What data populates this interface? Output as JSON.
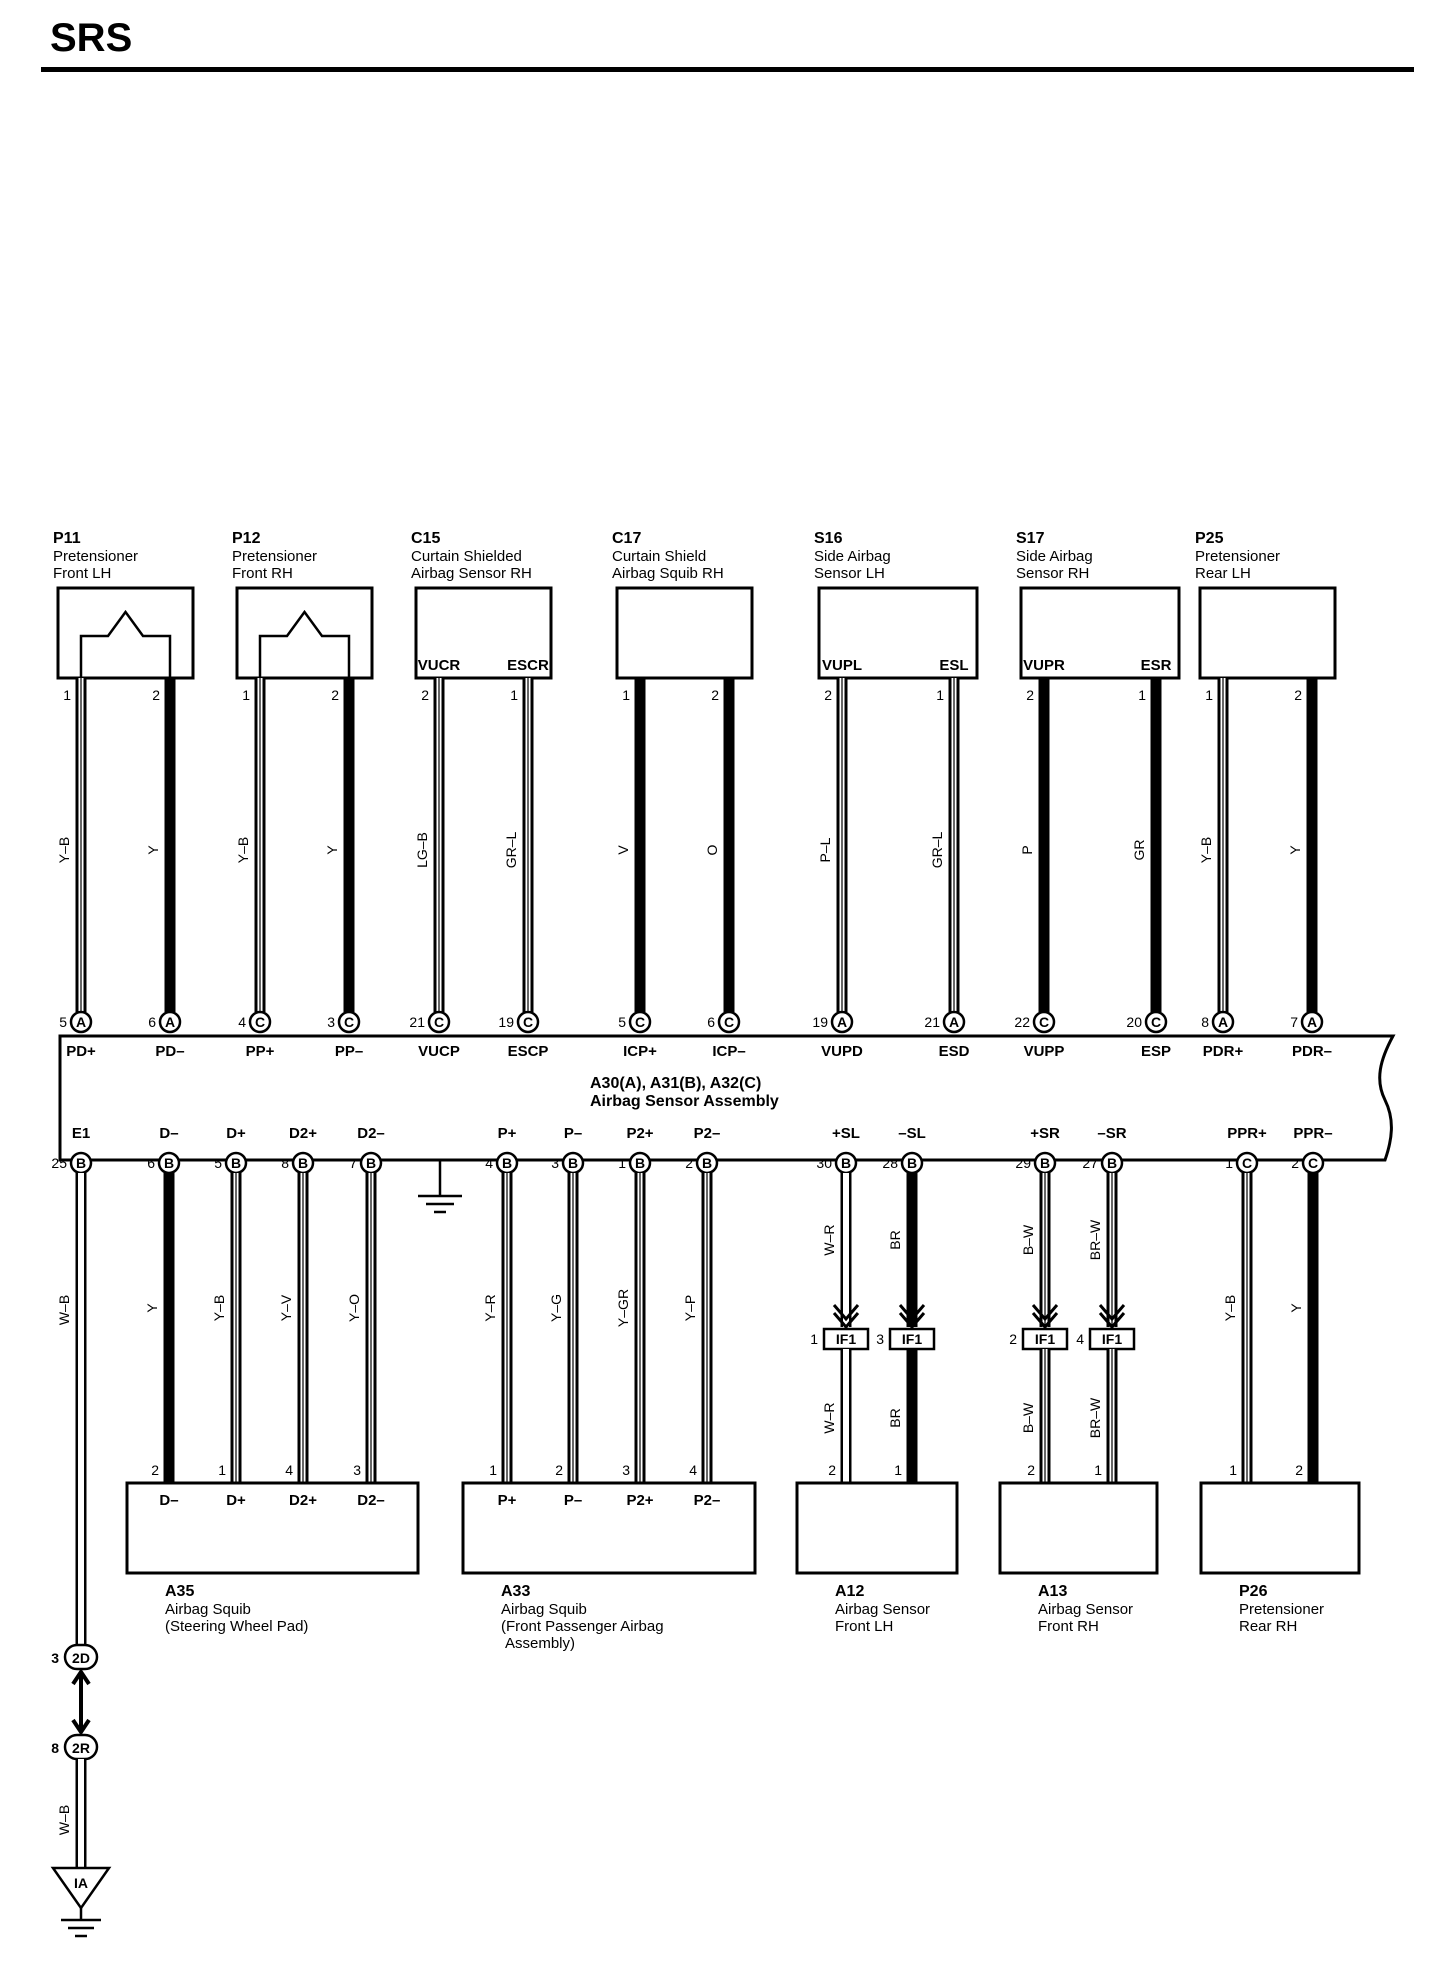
{
  "header": {
    "title": "SRS"
  },
  "ecu": {
    "code": "A30(A), A31(B), A32(C)",
    "name": "Airbag Sensor Assembly"
  },
  "top_components": [
    {
      "id": "P11",
      "line1": "Pretensioner",
      "line2": "Front LH",
      "symbol": "squib",
      "tl": [],
      "pins": [
        {
          "n": "1",
          "color": "Y–B",
          "style": "stripe",
          "ecu_pin": "5",
          "ecu_conn": "A",
          "ecu_label": "PD+"
        },
        {
          "n": "2",
          "color": "Y",
          "style": "solid",
          "ecu_pin": "6",
          "ecu_conn": "A",
          "ecu_label": "PD–"
        }
      ]
    },
    {
      "id": "P12",
      "line1": "Pretensioner",
      "line2": "Front RH",
      "symbol": "squib",
      "tl": [],
      "pins": [
        {
          "n": "1",
          "color": "Y–B",
          "style": "stripe",
          "ecu_pin": "4",
          "ecu_conn": "C",
          "ecu_label": "PP+"
        },
        {
          "n": "2",
          "color": "Y",
          "style": "solid",
          "ecu_pin": "3",
          "ecu_conn": "C",
          "ecu_label": "PP–"
        }
      ]
    },
    {
      "id": "C15",
      "line1": "Curtain Shielded",
      "line2": "Airbag Sensor RH",
      "symbol": "box",
      "tl": [
        "VUCR",
        "ESCR"
      ],
      "pins": [
        {
          "n": "2",
          "color": "LG–B",
          "style": "stripe",
          "ecu_pin": "21",
          "ecu_conn": "C",
          "ecu_label": "VUCP"
        },
        {
          "n": "1",
          "color": "GR–L",
          "style": "stripe",
          "ecu_pin": "19",
          "ecu_conn": "C",
          "ecu_label": "ESCP"
        }
      ]
    },
    {
      "id": "C17",
      "line1": "Curtain Shield",
      "line2": "Airbag Squib RH",
      "symbol": "box",
      "tl": [],
      "pins": [
        {
          "n": "1",
          "color": "V",
          "style": "solid",
          "ecu_pin": "5",
          "ecu_conn": "C",
          "ecu_label": "ICP+"
        },
        {
          "n": "2",
          "color": "O",
          "style": "solid",
          "ecu_pin": "6",
          "ecu_conn": "C",
          "ecu_label": "ICP–"
        }
      ]
    },
    {
      "id": "S16",
      "line1": "Side Airbag",
      "line2": "Sensor LH",
      "symbol": "box",
      "tl": [
        "VUPL",
        "ESL"
      ],
      "pins": [
        {
          "n": "2",
          "color": "P–L",
          "style": "stripe",
          "ecu_pin": "19",
          "ecu_conn": "A",
          "ecu_label": "VUPD"
        },
        {
          "n": "1",
          "color": "GR–L",
          "style": "stripe",
          "ecu_pin": "21",
          "ecu_conn": "A",
          "ecu_label": "ESD"
        }
      ]
    },
    {
      "id": "S17",
      "line1": "Side Airbag",
      "line2": "Sensor RH",
      "symbol": "box",
      "tl": [
        "VUPR",
        "ESR"
      ],
      "pins": [
        {
          "n": "2",
          "color": "P",
          "style": "solid",
          "ecu_pin": "22",
          "ecu_conn": "C",
          "ecu_label": "VUPP"
        },
        {
          "n": "1",
          "color": "GR",
          "style": "solid",
          "ecu_pin": "20",
          "ecu_conn": "C",
          "ecu_label": "ESP"
        }
      ]
    },
    {
      "id": "P25",
      "line1": "Pretensioner",
      "line2": "Rear LH",
      "symbol": "box",
      "tl": [],
      "pins": [
        {
          "n": "1",
          "color": "Y–B",
          "style": "stripe",
          "ecu_pin": "8",
          "ecu_conn": "A",
          "ecu_label": "PDR+"
        },
        {
          "n": "2",
          "color": "Y",
          "style": "solid",
          "ecu_pin": "7",
          "ecu_conn": "A",
          "ecu_label": "PDR–"
        }
      ]
    }
  ],
  "bottom_pins": [
    {
      "label": "E1",
      "ecu_pin": "25",
      "ecu_conn": "B",
      "color": "W–B",
      "style": "double"
    },
    {
      "label": "D–",
      "ecu_pin": "6",
      "ecu_conn": "B",
      "color": "Y",
      "style": "solid",
      "comp_pin": "2"
    },
    {
      "label": "D+",
      "ecu_pin": "5",
      "ecu_conn": "B",
      "color": "Y–B",
      "style": "stripe",
      "comp_pin": "1"
    },
    {
      "label": "D2+",
      "ecu_pin": "8",
      "ecu_conn": "B",
      "color": "Y–V",
      "style": "stripe",
      "comp_pin": "4"
    },
    {
      "label": "D2–",
      "ecu_pin": "7",
      "ecu_conn": "B",
      "color": "Y–O",
      "style": "stripe",
      "comp_pin": "3"
    },
    {
      "label": "P+",
      "ecu_pin": "4",
      "ecu_conn": "B",
      "color": "Y–R",
      "style": "stripe",
      "comp_pin": "1"
    },
    {
      "label": "P–",
      "ecu_pin": "3",
      "ecu_conn": "B",
      "color": "Y–G",
      "style": "stripe",
      "comp_pin": "2"
    },
    {
      "label": "P2+",
      "ecu_pin": "1",
      "ecu_conn": "B",
      "color": "Y–GR",
      "style": "stripe",
      "comp_pin": "3"
    },
    {
      "label": "P2–",
      "ecu_pin": "2",
      "ecu_conn": "B",
      "color": "Y–P",
      "style": "stripe",
      "comp_pin": "4"
    },
    {
      "label": "+SL",
      "ecu_pin": "30",
      "ecu_conn": "B",
      "color": "W–R",
      "style": "double",
      "comp_pin": "2",
      "jc_pin": "1",
      "jc": "IF1"
    },
    {
      "label": "–SL",
      "ecu_pin": "28",
      "ecu_conn": "B",
      "color": "BR",
      "style": "solid",
      "comp_pin": "1",
      "jc_pin": "3",
      "jc": "IF1"
    },
    {
      "label": "+SR",
      "ecu_pin": "29",
      "ecu_conn": "B",
      "color": "B–W",
      "style": "stripe",
      "comp_pin": "2",
      "jc_pin": "2",
      "jc": "IF1"
    },
    {
      "label": "–SR",
      "ecu_pin": "27",
      "ecu_conn": "B",
      "color": "BR–W",
      "style": "stripe",
      "comp_pin": "1",
      "jc_pin": "4",
      "jc": "IF1"
    },
    {
      "label": "PPR+",
      "ecu_pin": "1",
      "ecu_conn": "C",
      "color": "Y–B",
      "style": "stripe",
      "comp_pin": "1"
    },
    {
      "label": "PPR–",
      "ecu_pin": "2",
      "ecu_conn": "C",
      "color": "Y",
      "style": "solid",
      "comp_pin": "2"
    }
  ],
  "bottom_components": [
    {
      "id": "A35",
      "line1": "Airbag Squib",
      "line2": "(Steering Wheel Pad)",
      "line3": "",
      "labels": [
        "D–",
        "D+",
        "D2+",
        "D2–"
      ]
    },
    {
      "id": "A33",
      "line1": "Airbag Squib",
      "line2": "(Front Passenger Airbag",
      "line3": "Assembly)",
      "labels": [
        "P+",
        "P–",
        "P2+",
        "P2–"
      ]
    },
    {
      "id": "A12",
      "line1": "Airbag Sensor",
      "line2": "Front LH",
      "line3": "",
      "labels": []
    },
    {
      "id": "A13",
      "line1": "Airbag Sensor",
      "line2": "Front RH",
      "line3": "",
      "labels": []
    },
    {
      "id": "P26",
      "line1": "Pretensioner",
      "line2": "Rear RH",
      "line3": "",
      "labels": []
    }
  ],
  "ground_path": {
    "conn_upper": {
      "pin": "3",
      "id": "2D"
    },
    "conn_lower": {
      "pin": "8",
      "id": "2R"
    },
    "wire_color": "W–B",
    "ground_point": "IA"
  }
}
